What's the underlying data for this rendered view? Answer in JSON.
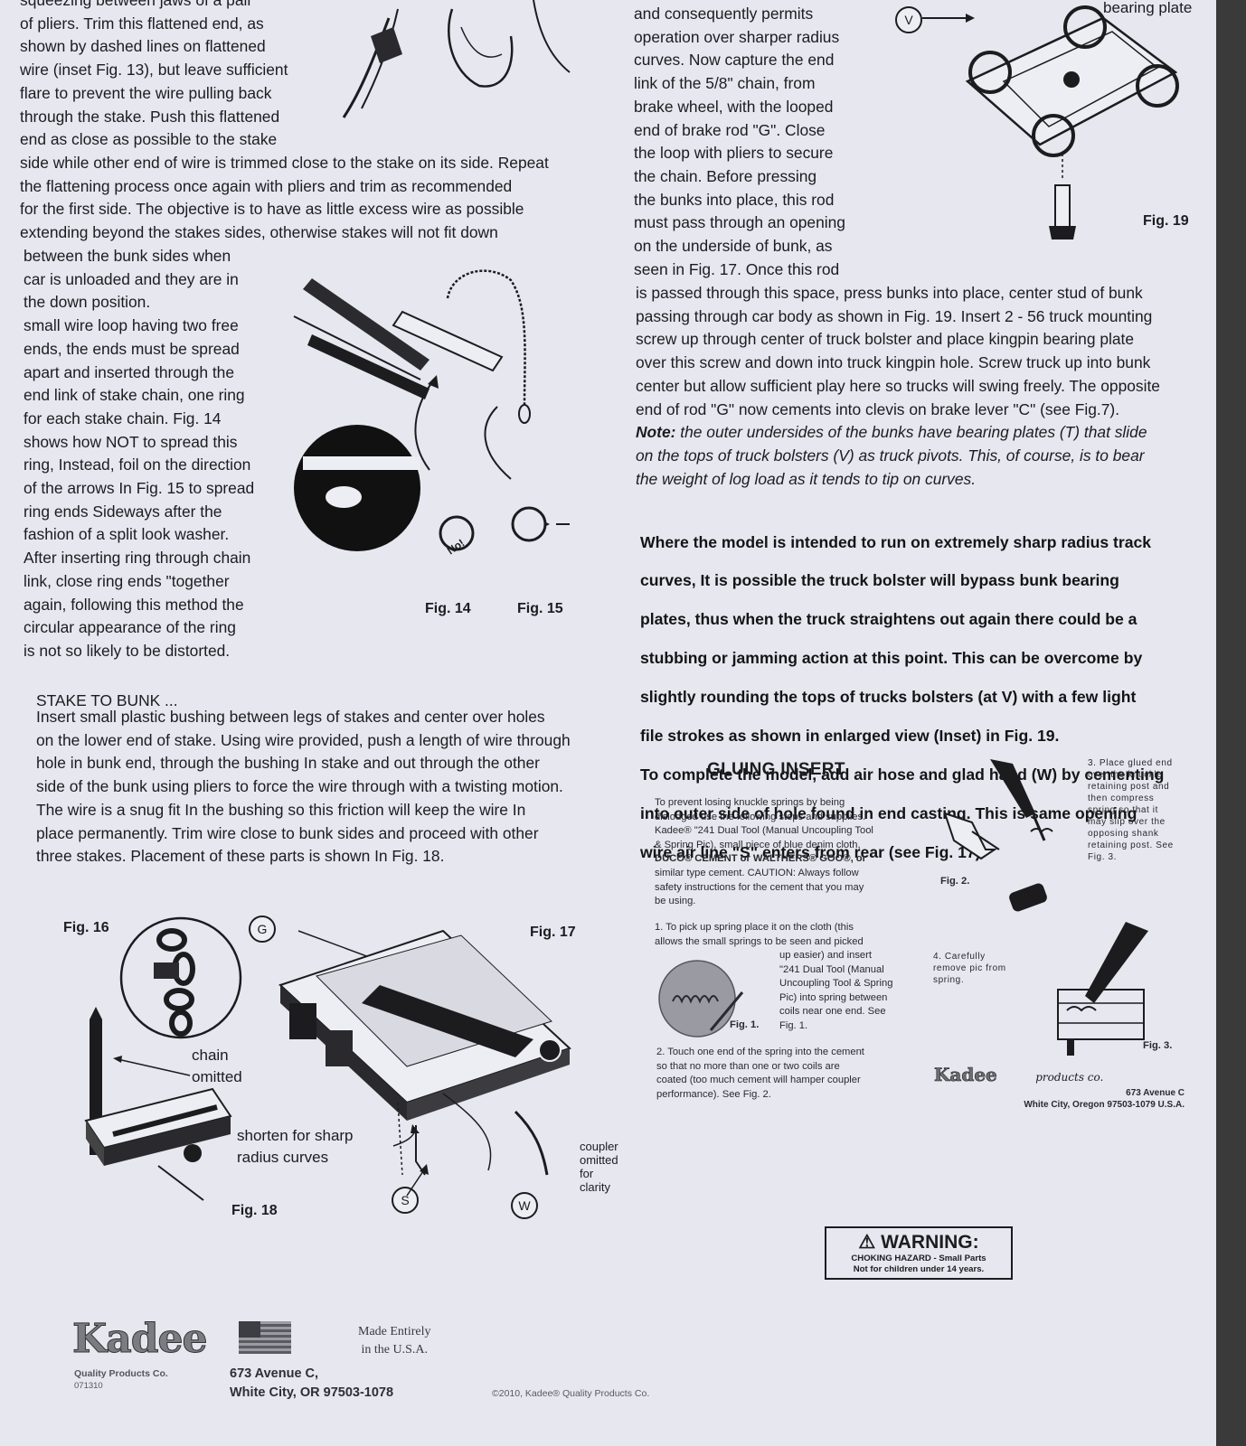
{
  "col1_top": {
    "lines": [
      "squeezing between jaws of a pair",
      "of pliers. Trim this flattened end, as",
      "shown by dashed lines on flattened",
      "wire (inset Fig. 13), but leave sufficient",
      "flare to prevent the wire pulling back",
      "through the stake. Push this flattened",
      "end as close as possible to the stake",
      "side while other end of wire is trimmed close to the stake on its side. Repeat",
      "the flattening process once again with pliers and trim as recommended",
      "for the first side. The objective is to have as little excess wire as possible",
      "extending beyond the stakes sides, otherwise stakes will not fit down",
      "between the bunk sides when",
      "car is unloaded and they are in",
      "the down position.",
      "small wire loop having two free",
      "ends, the ends must be spread",
      "apart and inserted through the",
      "end link of stake chain, one ring",
      "for each stake chain. Fig. 14",
      "shows how NOT to spread this",
      "ring, Instead, foil on the direction",
      "of the arrows In Fig. 15 to spread",
      "ring ends Sideways after the",
      "fashion of a split look washer.",
      "After inserting ring through chain",
      "link, close ring ends \"together",
      "again, following this method the",
      "circular appearance of the ring",
      "is not so likely to be distorted."
    ]
  },
  "figures": {
    "fig14": "Fig. 14",
    "fig15": "Fig. 15",
    "no_label": "No!",
    "fig16": "Fig. 16",
    "fig17": "Fig. 17",
    "fig18": "Fig. 18",
    "fig19": "Fig. 19",
    "label_g": "G",
    "label_s": "S",
    "label_w": "W",
    "label_v": "V",
    "bearing_plate": "bearing plate",
    "chain_omitted": [
      "chain",
      "omitted"
    ],
    "shorten": [
      "shorten for sharp",
      "radius curves"
    ],
    "coupler_omitted": [
      "coupler",
      "omitted",
      "for",
      "clarity"
    ]
  },
  "stake_to_bunk": {
    "heading": "STAKE TO BUNK ...",
    "lines": [
      "Insert small plastic bushing between legs of stakes and center over holes",
      "on the lower end of stake. Using wire provided, push a length of wire through",
      "hole in bunk end, through the bushing In stake and out through the other",
      "side of the bunk using pliers to force the wire through with a twisting motion.",
      "The wire is a snug fit In the bushing so this friction will keep the wire In",
      "place permanently. Trim wire close to bunk sides and proceed with other",
      "three stakes. Placement of these parts is shown In Fig. 18."
    ]
  },
  "col2": {
    "narrow_lines": [
      "and consequently permits",
      "operation over sharper radius",
      "curves. Now capture the end",
      "link of the 5/8\" chain, from",
      "brake wheel, with the looped",
      "end of brake rod \"G\". Close",
      "the loop with pliers to secure",
      "the chain. Before pressing",
      "the bunks into place, this rod",
      "must pass through an opening",
      "on the underside of bunk, as",
      "seen in Fig. 17. Once this rod"
    ],
    "wide_lines": [
      "is passed through this space, press bunks into place, center stud of bunk",
      "passing through car body as shown in Fig. 19. Insert 2 - 56 truck mounting",
      "screw up through center of truck bolster and place kingpin bearing plate",
      "over this screw and down into truck kingpin hole. Screw truck up into bunk",
      "center but allow sufficient play here so trucks will swing freely. The opposite",
      "end of rod \"G\" now cements into clevis on brake lever \"C\" (see Fig.7)."
    ],
    "note_label": "Note:",
    "note_lines": [
      " the outer undersides of the bunks have bearing plates (T) that slide",
      "on the tops of truck bolsters (V) as truck pivots. This, of course, is to bear",
      "the weight of log load as it tends to tip on curves."
    ],
    "bold_lines": [
      "Where the model is intended to run on extremely sharp radius track",
      "curves, It is possible the truck bolster will bypass bunk bearing",
      "plates, thus when the truck straightens out again there could be a",
      "stubbing or jamming action at this point. This can be overcome by",
      "slightly rounding the tops of trucks bolsters (at V) with a few light",
      "file strokes as shown in enlarged view (Inset) in Fig. 19.",
      "To complete the model, add air hose and glad hand (W) by cementing",
      "into outer side of hole found in end casting. This is same opening",
      "wire air line \"S\" enters from rear (see Fig. 17)."
    ]
  },
  "gluing_insert": {
    "heading": "GLUING INSERT",
    "intro_lines": [
      "To prevent losing knuckle springs by being",
      "dislodged use the following steps and supplies.",
      "Kadee® \"241 Dual Tool (Manual Uncoupling Tool",
      "& Spring Pic), small piece of blue denim cloth,",
      "DUCO® CEMENT or WALTHERS® GOO®, or",
      "similar type cement. CAUTION: Always follow",
      "safety instructions for the cement that you may",
      "be using."
    ],
    "step1_lines": [
      "1. To pick up spring place it on the cloth (this",
      "allows the small springs to be seen and picked",
      "up easier) and insert",
      "\"241 Dual Tool (Manual",
      "Uncoupling Tool & Spring",
      "Pic) into spring between",
      "coils near one end. See",
      "Fig. 1."
    ],
    "step2_lines": [
      "2. Touch one end of the spring into the cement",
      "so that no more than one or two coils are",
      "coated (too much cement will hamper coupler",
      "performance). See Fig. 2."
    ],
    "step3_lines": [
      "3. Place glued end",
      "over the knuckle",
      "retaining post and",
      "then compress",
      "spring so that it",
      "may slip over the",
      "opposing shank",
      "retaining post. See",
      "Fig. 3."
    ],
    "step4_lines": [
      "4. Carefully",
      "remove pic from",
      "spring."
    ],
    "fig1": "Fig. 1.",
    "fig2": "Fig. 2.",
    "fig3": "Fig. 3.",
    "small_logo_text": "Kadee",
    "small_logo_script": "products co.",
    "small_address": [
      "673 Avenue C",
      "White City, Oregon 97503-1079 U.S.A."
    ]
  },
  "warning": {
    "title": "WARNING:",
    "line1": "CHOKING HAZARD - Small Parts",
    "line2": "Not for children under 14 years."
  },
  "footer": {
    "logo": "Kadee",
    "company": "Quality Products Co.",
    "code": "071310",
    "address1": "673 Avenue C,",
    "address2": "White City, OR 97503-1078",
    "made1": "Made Entirely",
    "made2": "in the U.S.A.",
    "copyright": "©2010, Kadee® Quality Products Co."
  }
}
